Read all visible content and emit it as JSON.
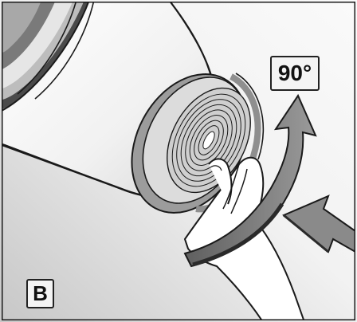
{
  "figure": {
    "angle_label": "90°",
    "step_label": "B"
  },
  "colors": {
    "background_gradient_light": "#f8f8f8",
    "background_gradient_dark": "#c9c9c9",
    "outline": "#1a1a1a",
    "arrow_fill": "#8a8a8a",
    "arrow_dark": "#2a2a2a"
  },
  "depicted_items": [
    "hand",
    "shaver-head",
    "rotation-arrow",
    "push-arrow"
  ]
}
